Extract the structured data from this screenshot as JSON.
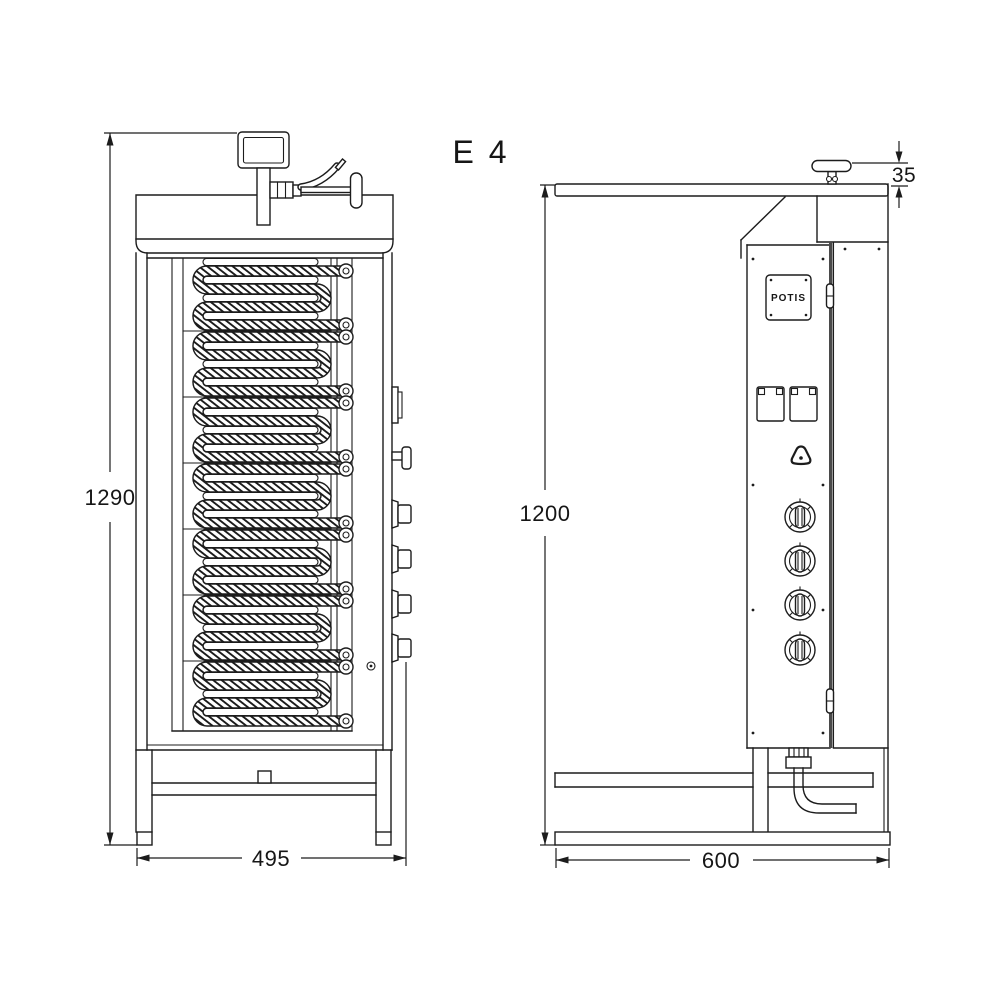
{
  "title": "E 4",
  "brand_plate": "POTIS",
  "dimensions": {
    "front_height": "1290",
    "front_width": "495",
    "side_height": "1200",
    "side_depth": "600",
    "handle_offset": "35"
  },
  "colors": {
    "line": "#1c1c1c",
    "door_edge": "#4a4a4a",
    "background": "#ffffff"
  }
}
